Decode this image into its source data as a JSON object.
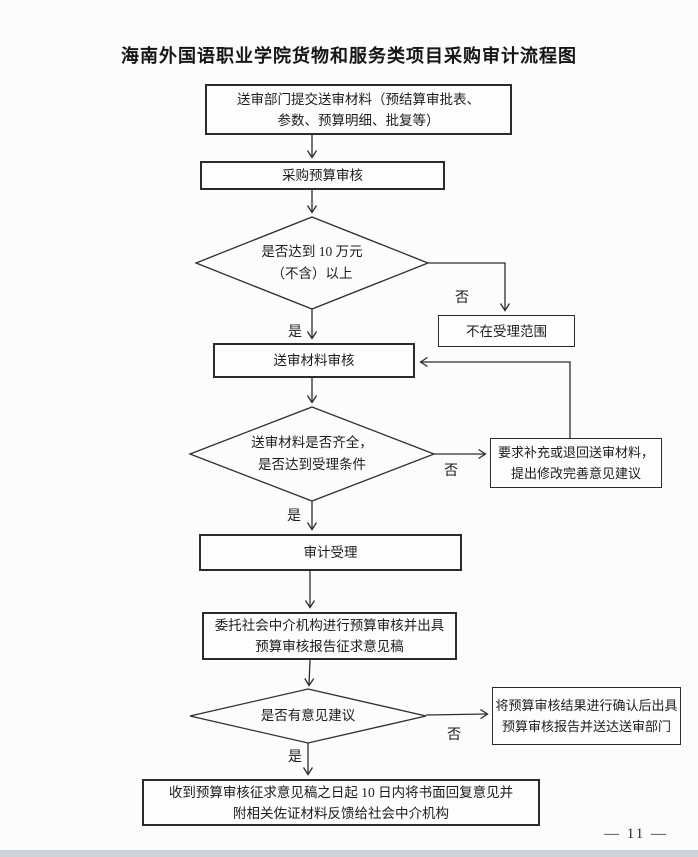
{
  "document": {
    "title": "海南外国语职业学院货物和服务类项目采购审计流程图",
    "page_number": "— 11 —"
  },
  "flowchart": {
    "nodes": {
      "submit_materials": {
        "line1": "送审部门提交送审材料（预结算审批表、",
        "line2": "参数、预算明细、批复等）"
      },
      "budget_review": {
        "line1": "采购预算审核"
      },
      "decision_amount": {
        "line1": "是否达到 10 万元",
        "line2": "（不含）以上"
      },
      "not_in_scope": {
        "line1": "不在受理范围"
      },
      "materials_review": {
        "line1": "送审材料审核"
      },
      "decision_complete": {
        "line1": "送审材料是否齐全，",
        "line2": "是否达到受理条件"
      },
      "request_supplement": {
        "line1": "要求补充或退回送审材料，",
        "line2": "提出修改完善意见建议"
      },
      "audit_acceptance": {
        "line1": "审计受理"
      },
      "entrust_agency": {
        "line1": "委托社会中介机构进行预算审核并出具",
        "line2": "预算审核报告征求意见稿"
      },
      "decision_opinion": {
        "line1": "是否有意见建议"
      },
      "confirm_result": {
        "line1": "将预算审核结果进行确认后出具",
        "line2": "预算审核报告并送达送审部门"
      },
      "reply_feedback": {
        "line1": "收到预算审核征求意见稿之日起 10 日内将书面回复意见并",
        "line2": "附相关佐证材料反馈给社会中介机构"
      }
    },
    "labels": {
      "yes1": "是",
      "no1": "否",
      "yes2": "是",
      "no2": "否",
      "yes3": "是",
      "no3": "否"
    }
  }
}
